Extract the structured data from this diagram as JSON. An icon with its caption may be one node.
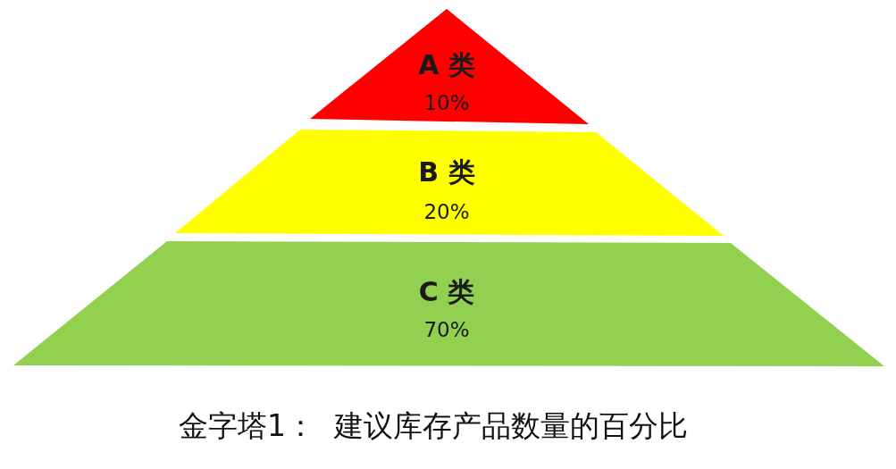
{
  "diagram": {
    "caption": "金字塔1：  建议库存产品数量的百分比",
    "nodes": [
      {
        "text": [
          "A 类",
          "10%"
        ]
      },
      {
        "text": [
          "B 类",
          "20%"
        ]
      },
      {
        "text": [
          "C 类",
          "70%"
        ]
      }
    ]
  }
}
